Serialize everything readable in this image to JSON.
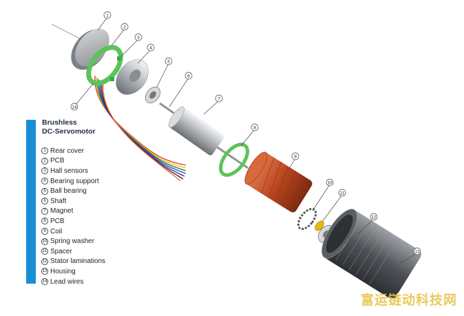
{
  "legend": {
    "title_line1": "Brushless",
    "title_line2": "DC-Servomotor",
    "items": [
      {
        "num": "1",
        "label": "Rear cover"
      },
      {
        "num": "2",
        "label": "PCB"
      },
      {
        "num": "3",
        "label": "Hall sensors"
      },
      {
        "num": "4",
        "label": "Bearing support"
      },
      {
        "num": "5",
        "label": "Ball bearing"
      },
      {
        "num": "6",
        "label": "Shaft"
      },
      {
        "num": "7",
        "label": "Magnet"
      },
      {
        "num": "8",
        "label": "PCB"
      },
      {
        "num": "9",
        "label": "Coil"
      },
      {
        "num": "10",
        "label": "Spring washer"
      },
      {
        "num": "11",
        "label": "Spacer"
      },
      {
        "num": "12",
        "label": "Stator laminations"
      },
      {
        "num": "13",
        "label": "Housing"
      },
      {
        "num": "14",
        "label": "Lead wires"
      }
    ]
  },
  "callouts": [
    "1",
    "2",
    "3",
    "4",
    "5",
    "6",
    "7",
    "8",
    "9",
    "10",
    "11",
    "12",
    "13",
    "14"
  ],
  "watermark": "富运链动科技网",
  "colors": {
    "legend_bar": "#1a8fd6",
    "pcb_green": "#5cc35a",
    "coil_copper": "#c4522a",
    "metal": "#c9ccd0"
  }
}
